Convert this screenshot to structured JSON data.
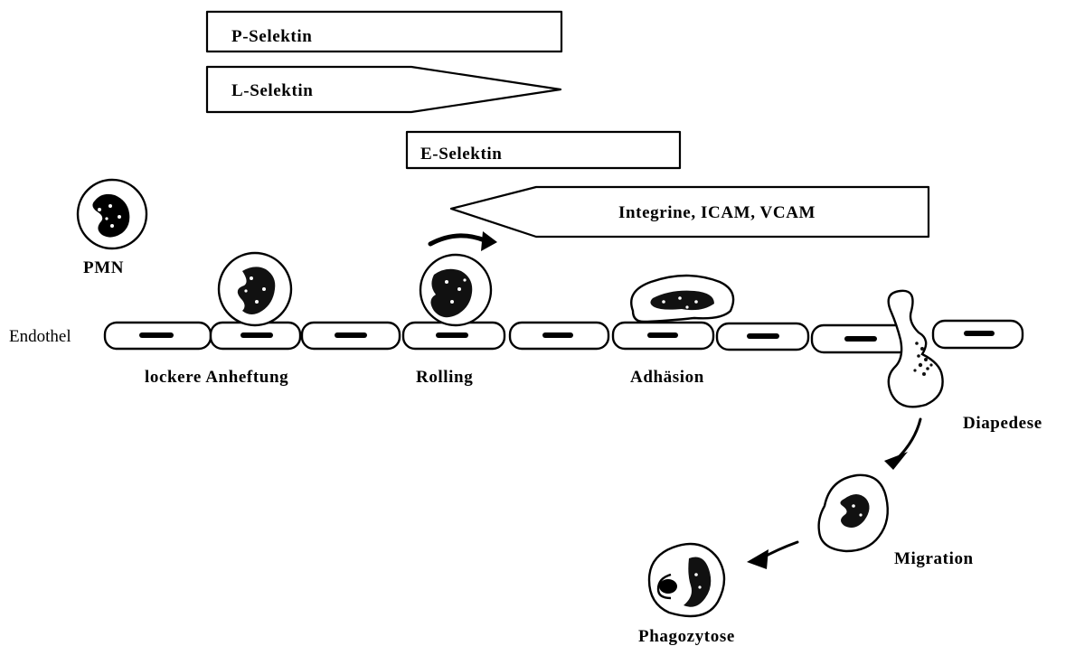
{
  "molecules": {
    "p_selektin": "P-Selektin",
    "l_selektin": "L-Selektin",
    "e_selektin": "E-Selektin",
    "integrine": "Integrine, ICAM, VCAM"
  },
  "labels": {
    "pmn": "PMN",
    "endothel": "Endothel",
    "lockere_anheftung": "lockere Anheftung",
    "rolling": "Rolling",
    "adhaesion": "Adhäsion",
    "diapedese": "Diapedese",
    "migration": "Migration",
    "phagozytose": "Phagozytose"
  },
  "colors": {
    "line": "#000000",
    "background": "#ffffff"
  }
}
